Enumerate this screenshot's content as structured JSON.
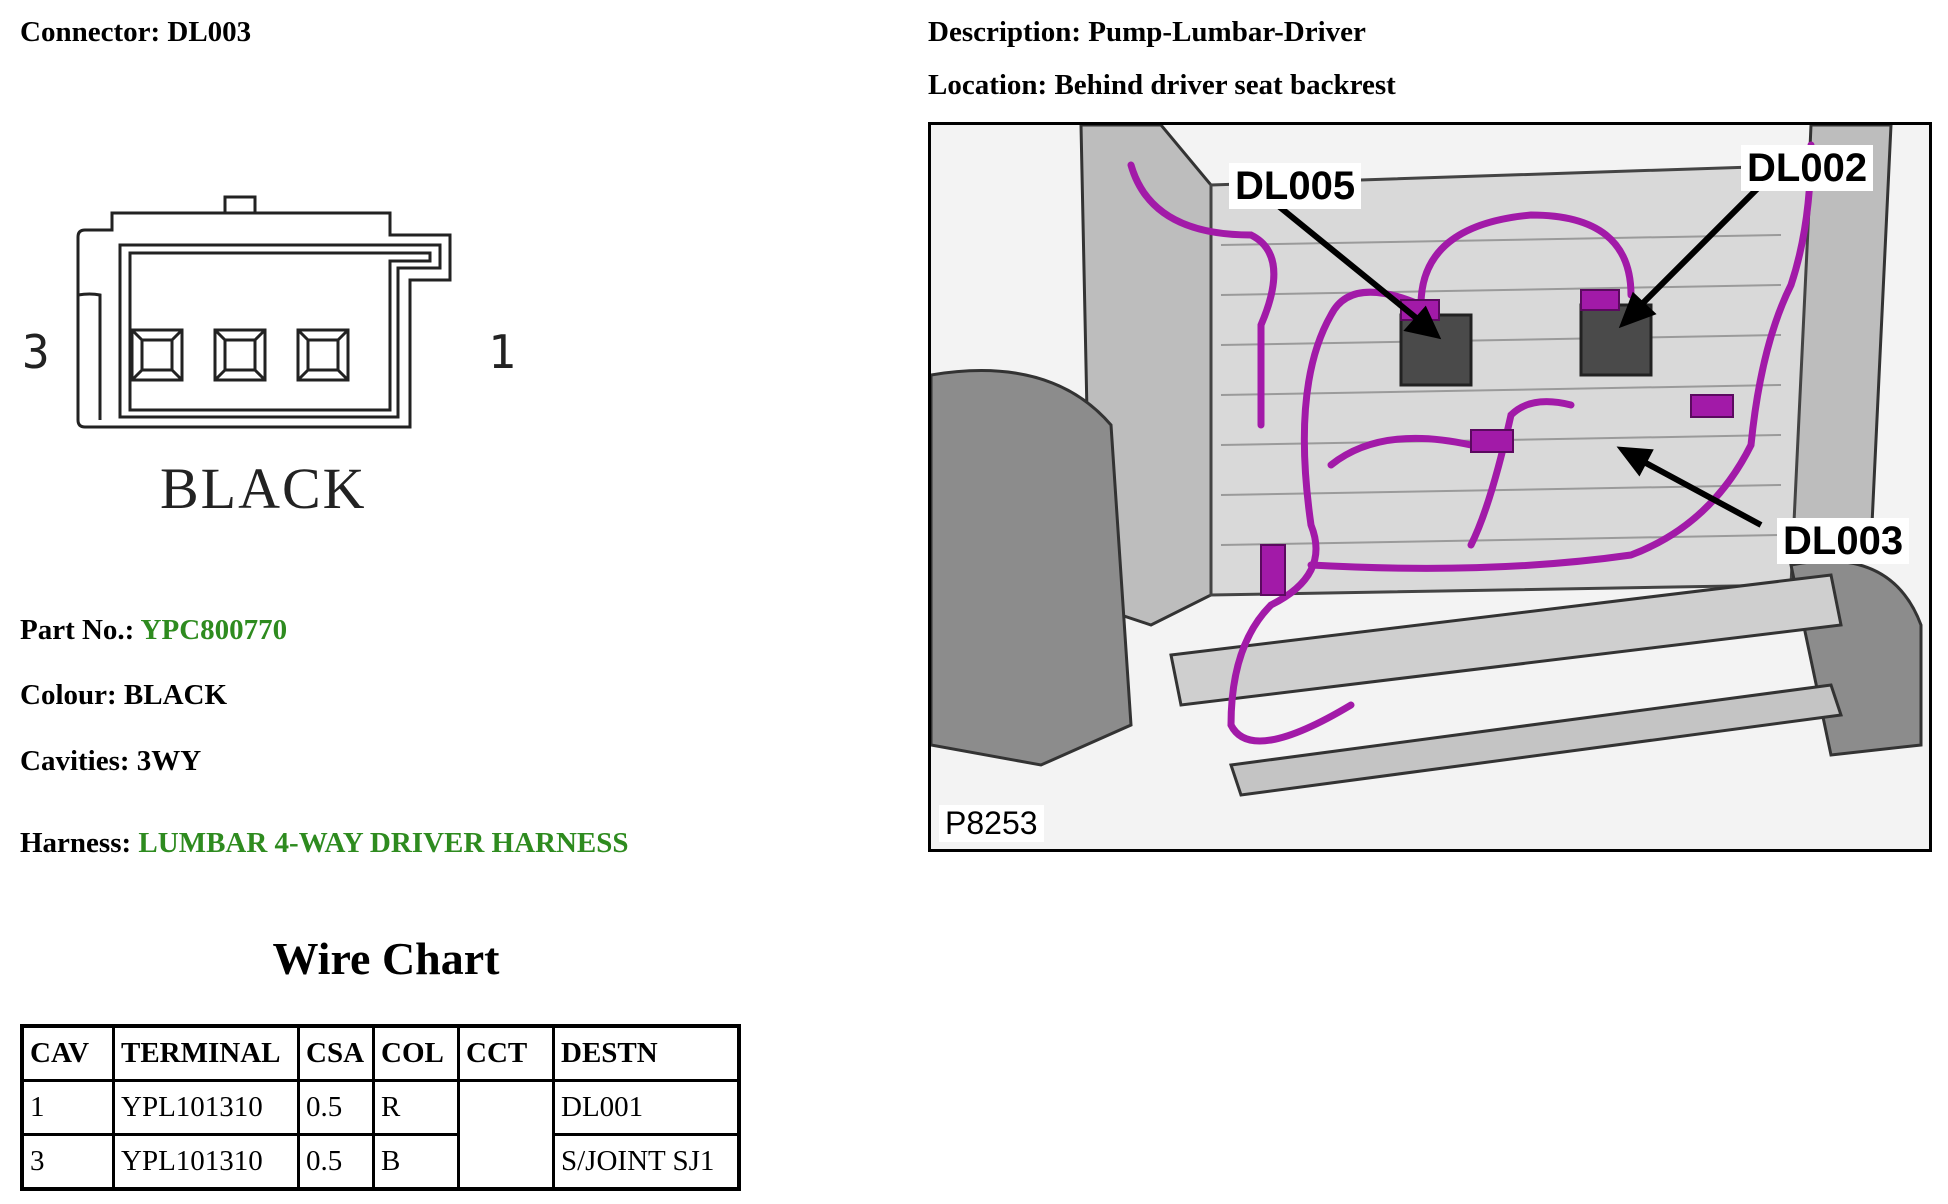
{
  "connector": {
    "label": "Connector:",
    "value": "DL003"
  },
  "description": {
    "label": "Description:",
    "value": "Pump-Lumbar-Driver"
  },
  "location": {
    "label": "Location:",
    "value": "Behind driver seat backrest"
  },
  "connector_diagram": {
    "pin_left": "3",
    "pin_right": "1",
    "colour_text": "BLACK"
  },
  "details": {
    "part_no_label": "Part No.:",
    "part_no_value": "YPC800770",
    "colour_label": "Colour:",
    "colour_value": "BLACK",
    "cavities_label": "Cavities:",
    "cavities_value": "3WY",
    "harness_label": "Harness:",
    "harness_value": "LUMBAR 4-WAY DRIVER HARNESS"
  },
  "wire_chart": {
    "title": "Wire Chart",
    "headers": [
      "CAV",
      "TERMINAL",
      "CSA",
      "COL",
      "CCT",
      "DESTN"
    ],
    "rows": [
      [
        "1",
        "YPL101310",
        "0.5",
        "R",
        "",
        "DL001"
      ],
      [
        "3",
        "YPL101310",
        "0.5",
        "B",
        "",
        "S/JOINT SJ1"
      ]
    ]
  },
  "photo": {
    "callouts": [
      "DL005",
      "DL002",
      "DL003"
    ],
    "plate": "P8253"
  },
  "colors": {
    "link": "#2e8b1f",
    "harness": "#a21aa8"
  }
}
